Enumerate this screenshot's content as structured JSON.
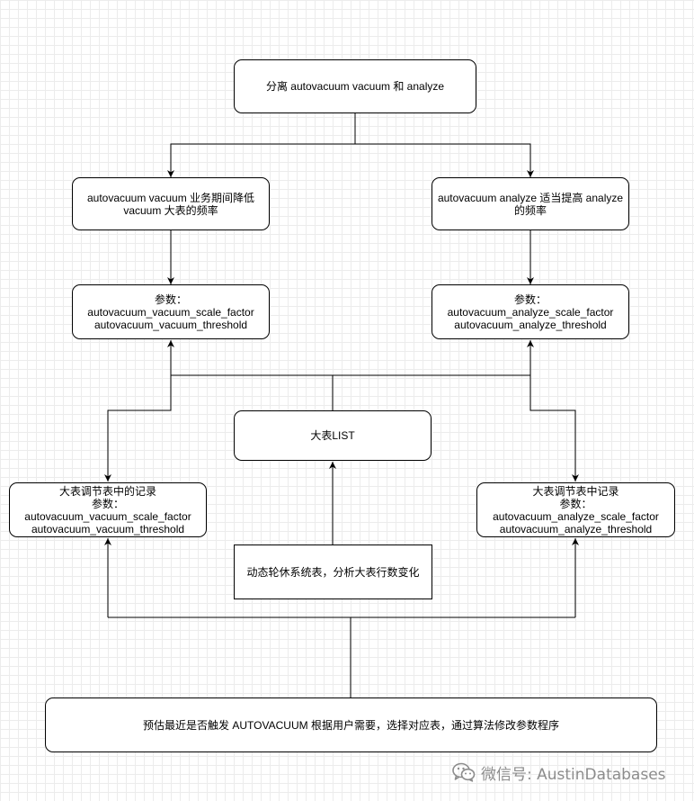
{
  "nodes": {
    "root": {
      "lines": [
        "分离 autovacuum  vacuum  和 analyze"
      ]
    },
    "vacuum_branch": {
      "lines": [
        "autovacuum vacuum    业务期间降低",
        "vacuum 大表的频率"
      ]
    },
    "analyze_branch": {
      "lines": [
        "autovacuum analyze  适当提高 analyze",
        "的频率"
      ]
    },
    "vacuum_params": {
      "lines": [
        "参数：",
        "autovacuum_vacuum_scale_factor",
        "autovacuum_vacuum_threshold"
      ]
    },
    "analyze_params": {
      "lines": [
        "参数：",
        "autovacuum_analyze_scale_factor",
        "autovacuum_analyze_threshold"
      ]
    },
    "big_table_list": {
      "lines": [
        "大表LIST"
      ]
    },
    "vacuum_records": {
      "lines": [
        "大表调节表中的记录",
        "参数：",
        "autovacuum_vacuum_scale_factor",
        "autovacuum_vacuum_threshold"
      ]
    },
    "analyze_records": {
      "lines": [
        "大表调节表中记录",
        "参数：",
        "autovacuum_analyze_scale_factor",
        "autovacuum_analyze_threshold"
      ]
    },
    "dynamic_polling": {
      "lines": [
        "动态轮休系统表，分析大表行数变化"
      ]
    },
    "estimate_trigger": {
      "lines": [
        "预估最近是否触发 AUTOVACUUM  根据用户需要，选择对应表，通过算法修改参数程序"
      ]
    }
  },
  "watermark": {
    "text": "微信号: AustinDatabases",
    "icon": "wechat-icon"
  },
  "colors": {
    "stroke": "#000000",
    "background": "#ffffff",
    "grid": "#ececec",
    "watermark": "#8c8c8c"
  }
}
